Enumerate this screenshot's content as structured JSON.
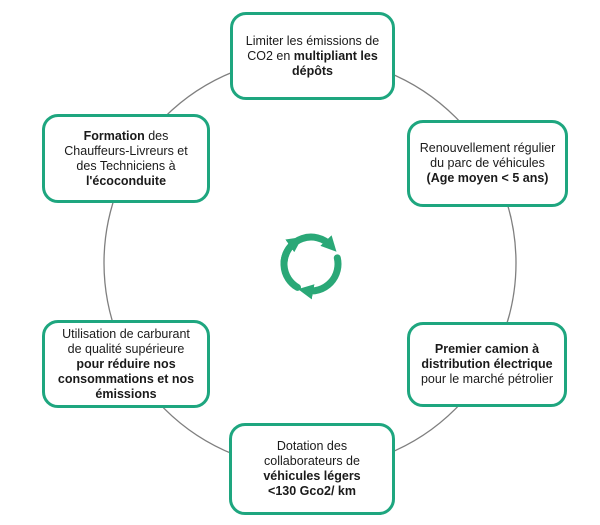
{
  "diagram": {
    "type": "cycle-diagram",
    "description": "Six rounded boxes arranged on a circle around a central recycling-arrows icon",
    "colors": {
      "box_border": "#1ea67f",
      "icon_green": "#2aa877",
      "circle_line": "#7f7f7f",
      "text": "#1a1a1a",
      "background": "#ffffff"
    },
    "center_icon": "recycle-arrows-icon",
    "boxes": [
      {
        "id": "top",
        "lines": [
          [
            {
              "text": "Limiter les émissions de",
              "bold": false
            }
          ],
          [
            {
              "text": "CO2 en ",
              "bold": false
            },
            {
              "text": "multipliant les",
              "bold": true
            }
          ],
          [
            {
              "text": "dépôts",
              "bold": true
            }
          ]
        ]
      },
      {
        "id": "top-right",
        "lines": [
          [
            {
              "text": "Renouvellement régulier",
              "bold": false
            }
          ],
          [
            {
              "text": "du parc de véhicules",
              "bold": false
            }
          ],
          [
            {
              "text": "(Age moyen < 5 ans)",
              "bold": true
            }
          ]
        ]
      },
      {
        "id": "bottom-right",
        "lines": [
          [
            {
              "text": "Premier camion à",
              "bold": true
            }
          ],
          [
            {
              "text": "distribution électrique",
              "bold": true
            }
          ],
          [
            {
              "text": "pour le marché pétrolier",
              "bold": false
            }
          ]
        ]
      },
      {
        "id": "bottom",
        "lines": [
          [
            {
              "text": "Dotation des",
              "bold": false
            }
          ],
          [
            {
              "text": "collaborateurs de",
              "bold": false
            }
          ],
          [
            {
              "text": "véhicules légers",
              "bold": true
            }
          ],
          [
            {
              "text": "<130 Gco2/ km",
              "bold": true
            }
          ]
        ]
      },
      {
        "id": "bottom-left",
        "lines": [
          [
            {
              "text": "Utilisation de carburant",
              "bold": false
            }
          ],
          [
            {
              "text": "de qualité supérieure",
              "bold": false
            }
          ],
          [
            {
              "text": "pour réduire nos",
              "bold": true
            }
          ],
          [
            {
              "text": "consommations et nos",
              "bold": true
            }
          ],
          [
            {
              "text": "émissions",
              "bold": true
            }
          ]
        ]
      },
      {
        "id": "top-left",
        "lines": [
          [
            {
              "text": "Formation",
              "bold": true
            },
            {
              "text": " des",
              "bold": false
            }
          ],
          [
            {
              "text": "Chauffeurs-Livreurs et",
              "bold": false
            }
          ],
          [
            {
              "text": "des Techniciens à",
              "bold": false
            }
          ],
          [
            {
              "text": "l'écoconduite",
              "bold": true
            }
          ]
        ]
      }
    ]
  }
}
